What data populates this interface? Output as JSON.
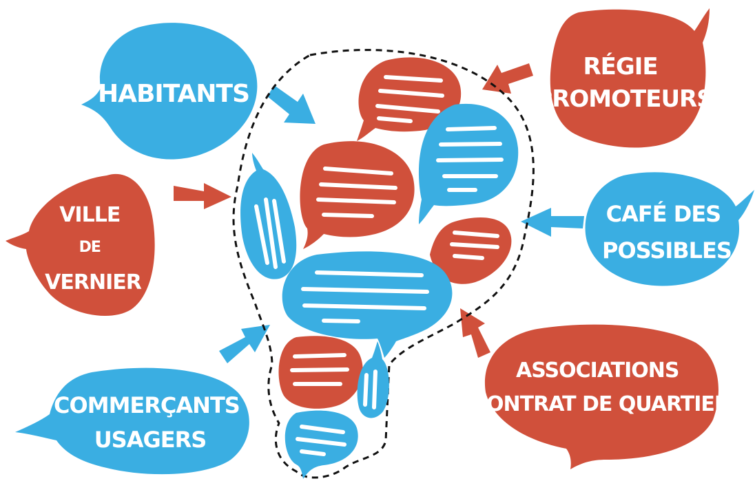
{
  "colors": {
    "blue": "#3aaee2",
    "red": "#d0503b",
    "outline": "#111111"
  },
  "stakeholders": {
    "habitants": {
      "lines": [
        "HABITANTS"
      ],
      "color": "blue"
    },
    "regie": {
      "lines": [
        "RÉGIE",
        "PROMOTEURS"
      ],
      "color": "red"
    },
    "ville": {
      "lines": [
        "VILLE",
        "DE",
        "VERNIER"
      ],
      "color": "red"
    },
    "cafe": {
      "lines": [
        "CAFÉ DES",
        "POSSIBLES"
      ],
      "color": "blue"
    },
    "commercants": {
      "lines": [
        "COMMERÇANTS",
        "USAGERS"
      ],
      "color": "blue"
    },
    "associations": {
      "lines": [
        "ASSOCIATIONS",
        "CONTRAT DE QUARTIER"
      ],
      "color": "red"
    }
  }
}
